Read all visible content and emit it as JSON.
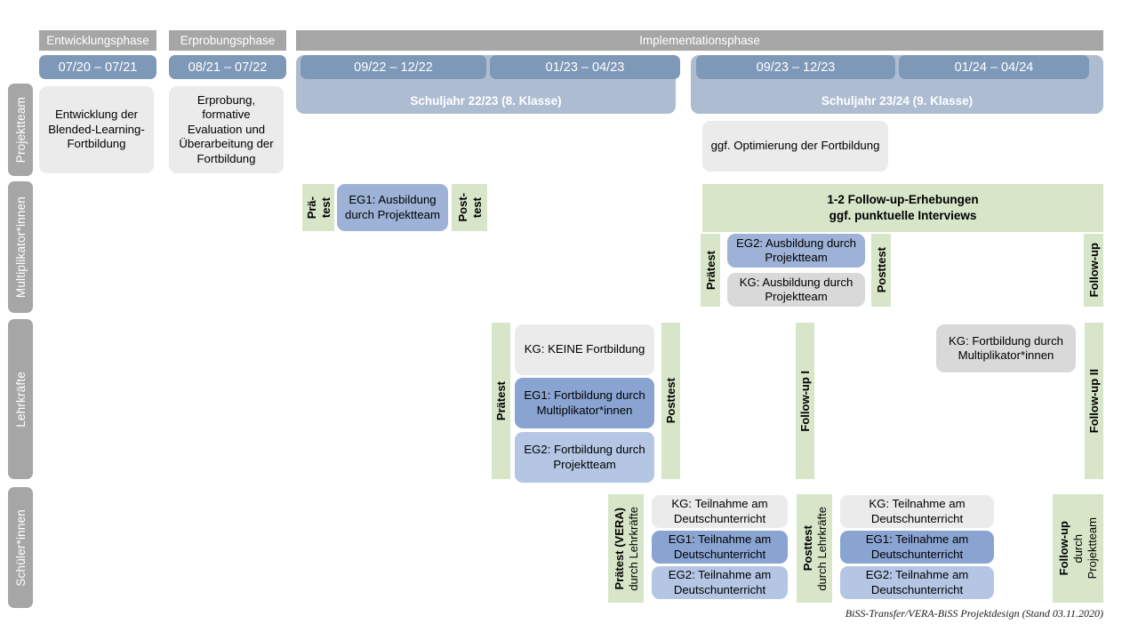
{
  "title": "BiSS-Transfer/VERA-BiSS Projektdesign",
  "colors": {
    "lane_label_bg": "#a6a6a6",
    "phase_header_bg": "#a6a6a6",
    "date_chip_bg": "#7e98b8",
    "schoolyear_bg": "#aebcd2",
    "test_strip_green": "#d7e5c8",
    "box_grey_light": "#ebebeb",
    "box_grey": "#d9d9d9",
    "box_blue_mid": "#9db2d6",
    "box_blue_light": "#b4c6e4",
    "box_blue_dark": "#8aa4d2"
  },
  "lanes": [
    {
      "id": "projektteam",
      "label": "Projektteam"
    },
    {
      "id": "multiplikatorinnen",
      "label": "Multiplikator*innen"
    },
    {
      "id": "lehrkraefte",
      "label": "Lehrkräfte"
    },
    {
      "id": "schuelerinnen",
      "label": "Schüler*innen"
    }
  ],
  "phases": [
    {
      "id": "entwicklungsphase",
      "label": "Entwicklungsphase"
    },
    {
      "id": "erprobungsphase",
      "label": "Erprobungsphase"
    },
    {
      "id": "implementationsphase",
      "label": "Implementationsphase"
    }
  ],
  "date_chips": [
    {
      "id": "d1",
      "label": "07/20 – 07/21"
    },
    {
      "id": "d2",
      "label": "08/21 – 07/22"
    },
    {
      "id": "d3",
      "label": "09/22 – 12/22"
    },
    {
      "id": "d4",
      "label": "01/23 – 04/23"
    },
    {
      "id": "d5",
      "label": "09/23 – 12/23"
    },
    {
      "id": "d6",
      "label": "01/24 – 04/24"
    }
  ],
  "school_years": [
    {
      "id": "sy2223",
      "label": "Schuljahr 22/23 (8. Klasse)"
    },
    {
      "id": "sy2324",
      "label": "Schuljahr 23/24 (9. Klasse)"
    }
  ],
  "projektteam": {
    "entwicklung": "Entwicklung der Blended-Learning-Fortbildung",
    "erprobung": "Erprobung, formative Evaluation und Überarbeitung der Fortbildung",
    "optimierung": "ggf. Optimierung der Fortbildung"
  },
  "multiplikatoren": {
    "praetest_1_line1": "Prä-",
    "praetest_1_line2": "test",
    "posttest_1_line1": "Post-",
    "posttest_1_line2": "test",
    "eg1": "EG1: Ausbildung durch Projektteam",
    "followup_banner_line1": "1-2 Follow-up-Erhebungen",
    "followup_banner_line2": "ggf. punktuelle Interviews",
    "praetest_2": "Prätest",
    "posttest_2": "Posttest",
    "eg2": "EG2: Ausbildung durch Projektteam",
    "kg": "KG: Ausbildung durch Projektteam",
    "followup": "Follow-up"
  },
  "lehrkraefte": {
    "praetest": "Prätest",
    "posttest": "Posttest",
    "kg_keine": "KG:  KEINE Fortbildung",
    "eg1": "EG1: Fortbildung durch Multiplikator*innen",
    "eg2": "EG2: Fortbildung durch Projektteam",
    "followup_1": "Follow-up I",
    "kg_fortbildung": "KG: Fortbildung durch Multiplikator*innen",
    "followup_2": "Follow-up II"
  },
  "schuelerinnen": {
    "praetest_main": "Prätest (VERA)",
    "praetest_sub": "durch Lehrkräfte",
    "posttest_main": "Posttest",
    "posttest_sub": "durch Lehrkräfte",
    "followup_main": "Follow-up",
    "followup_sub1": "durch",
    "followup_sub2": "Projektteam",
    "block_a": {
      "kg": "KG: Teilnahme am Deutschunterricht",
      "eg1": "EG1: Teilnahme am Deutschunterricht",
      "eg2": "EG2: Teilnahme am Deutschunterricht"
    },
    "block_b": {
      "kg": "KG: Teilnahme am Deutschunterricht",
      "eg1": "EG1: Teilnahme am Deutschunterricht",
      "eg2": "EG2: Teilnahme am Deutschunterricht"
    }
  },
  "footer": "BiSS-Transfer/VERA-BiSS Projektdesign (Stand 03.11.2020)"
}
